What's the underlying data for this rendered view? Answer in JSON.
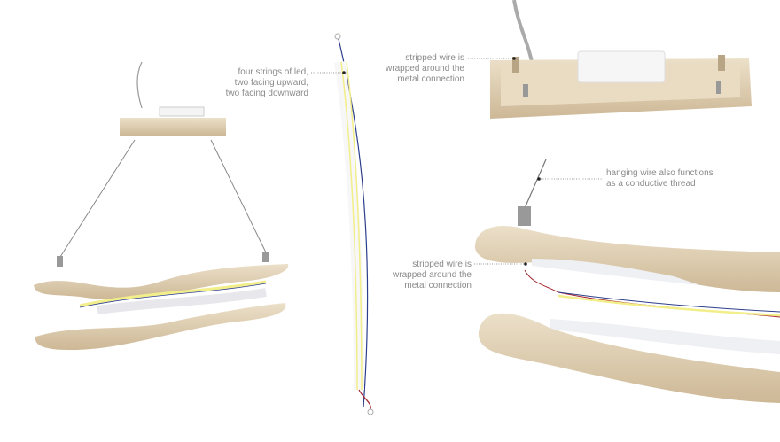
{
  "annotations": {
    "led_strings": [
      "four strings of led,",
      "two facing upward,",
      "two facing downward"
    ],
    "stripped_wire_top": [
      "stripped wire is",
      "wrapped around the",
      "metal connection"
    ],
    "hanging_wire": [
      "hanging wire also functions",
      "as a conductive thread"
    ],
    "stripped_wire_bottom": [
      "stripped wire is",
      "wrapped around the",
      "metal connection"
    ]
  },
  "colors": {
    "wood": "#e3d3b8",
    "wood_shadow": "#c9b493",
    "led": "#f2ee8a",
    "wire_blue": "#2d3f8c",
    "wire_red": "#a3202a",
    "label": "#8a8a8a"
  }
}
